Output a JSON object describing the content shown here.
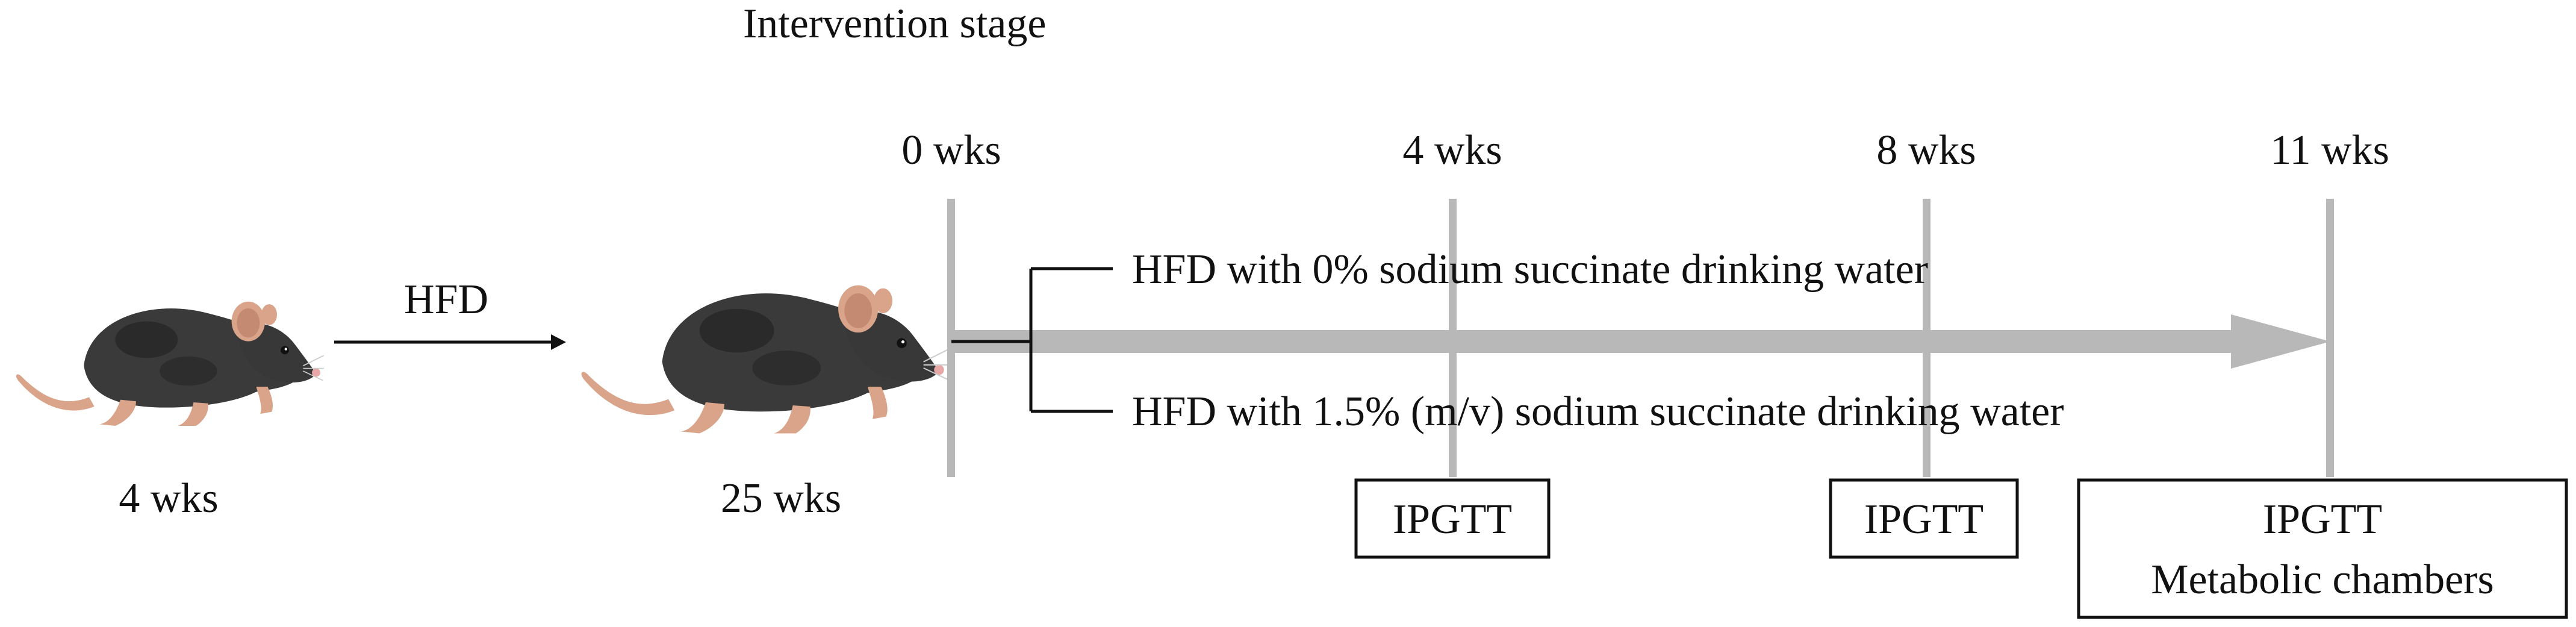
{
  "stage_title": "Intervention stage",
  "pre_stage": {
    "start_age": "4 wks",
    "arrow_label": "HFD",
    "end_age": "25 wks"
  },
  "timepoints": [
    {
      "label": "0 wks"
    },
    {
      "label": "4 wks"
    },
    {
      "label": "8 wks"
    },
    {
      "label": "11 wks"
    }
  ],
  "groups": [
    {
      "label": "HFD with 0% sodium succinate drinking water"
    },
    {
      "label": "HFD with 1.5% (m/v) sodium succinate drinking water"
    }
  ],
  "assessments": [
    {
      "lines": [
        "IPGTT"
      ]
    },
    {
      "lines": [
        "IPGTT"
      ]
    },
    {
      "lines": [
        "IPGTT",
        "Metabolic chambers"
      ]
    }
  ],
  "colors": {
    "timeline": "#b8b8b8",
    "mouse_body": "#3a3a3a",
    "mouse_pink": "#d9a48a",
    "text": "#111111"
  }
}
